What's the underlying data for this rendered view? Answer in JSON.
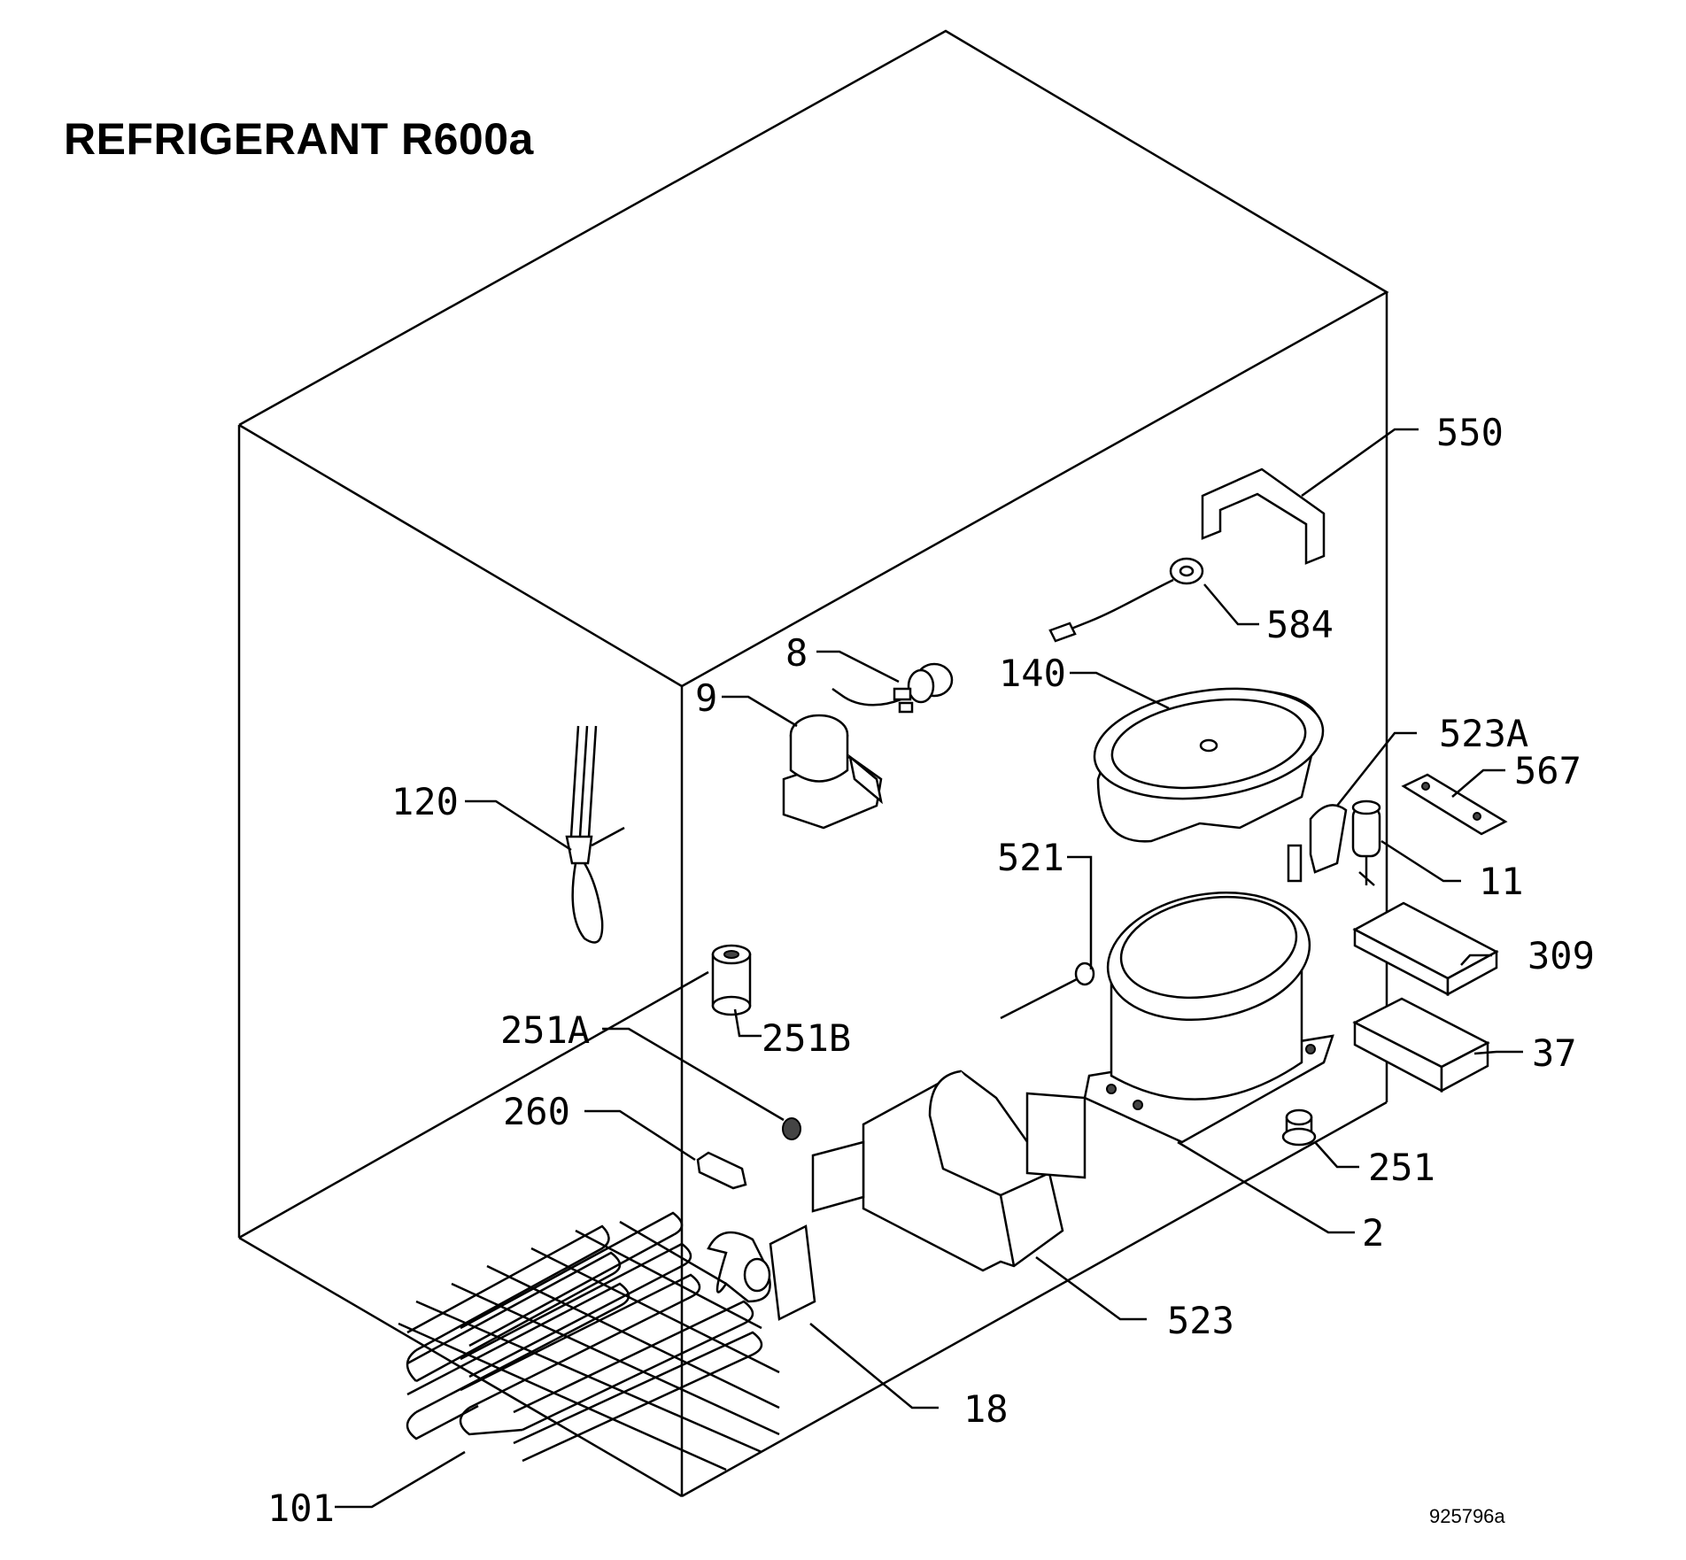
{
  "title": "REFRIGERANT R600a",
  "doc_number": "925796a",
  "labels": {
    "p550": "550",
    "p584": "584",
    "p8": "8",
    "p140": "140",
    "p9": "9",
    "p523A": "523A",
    "p567": "567",
    "p120": "120",
    "p521": "521",
    "p11": "11",
    "p309": "309",
    "p251B": "251B",
    "p251A": "251A",
    "p37": "37",
    "p260": "260",
    "p251": "251",
    "p2": "2",
    "p523": "523",
    "p18": "18",
    "p101": "101"
  }
}
